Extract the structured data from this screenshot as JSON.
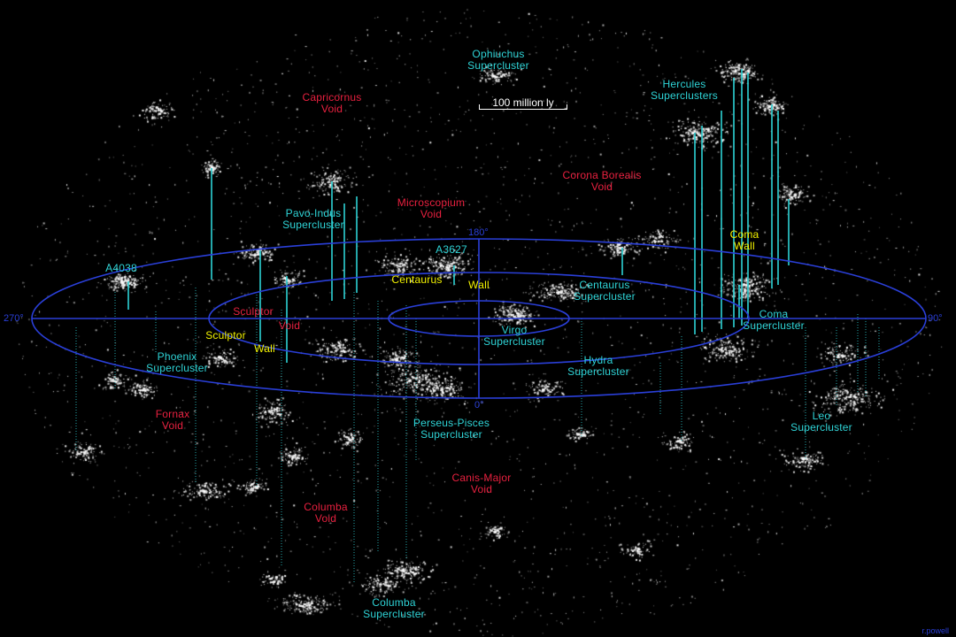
{
  "scale_bar": "100 million ly",
  "credit": "r.powell",
  "axis_labels": {
    "top": "180°",
    "bottom": "0°",
    "left": "270°",
    "right": "90°"
  },
  "labels": {
    "ophiuchus": [
      "Ophiuchus",
      "Supercluster"
    ],
    "hercules": [
      "Hercules",
      "Superclusters"
    ],
    "capricornus": [
      "Capricornus",
      "Void"
    ],
    "corona_borealis": [
      "Corona Borealis",
      "Void"
    ],
    "microscopium": [
      "Microscopium",
      "Void"
    ],
    "pavo_indus": [
      "Pavo-Indus",
      "Supercluster"
    ],
    "coma_wall": [
      "Coma",
      "Wall"
    ],
    "a4038": "A4038",
    "a3627": "A3627",
    "centaurus_wall": [
      "Centaurus",
      "Wall"
    ],
    "centaurus_sc": [
      "Centaurus",
      "Supercluster"
    ],
    "sculptor_void": [
      "Sculptor",
      "Void"
    ],
    "coma_sc": [
      "Coma",
      "Supercluster"
    ],
    "sculptor_wall": [
      "Sculptor",
      "Wall"
    ],
    "virgo": [
      "Virgo",
      "Supercluster"
    ],
    "phoenix": [
      "Phoenix",
      "Supercluster"
    ],
    "hydra": [
      "Hydra",
      "Supercluster"
    ],
    "fornax": [
      "Fornax",
      "Void"
    ],
    "perseus_pisces": [
      "Perseus-Pisces",
      "Supercluster"
    ],
    "leo": [
      "Leo",
      "Supercluster"
    ],
    "canis_major": [
      "Canis-Major",
      "Void"
    ],
    "columba_void": [
      "Columba",
      "Void"
    ],
    "columba_sc": [
      "Columba",
      "Supercluster"
    ]
  },
  "colors": {
    "supercluster": "#2ed3d6",
    "void": "#e8203f",
    "wall": "#f2f200",
    "grid": "#2a3fd8",
    "stars": "#ffffff"
  }
}
